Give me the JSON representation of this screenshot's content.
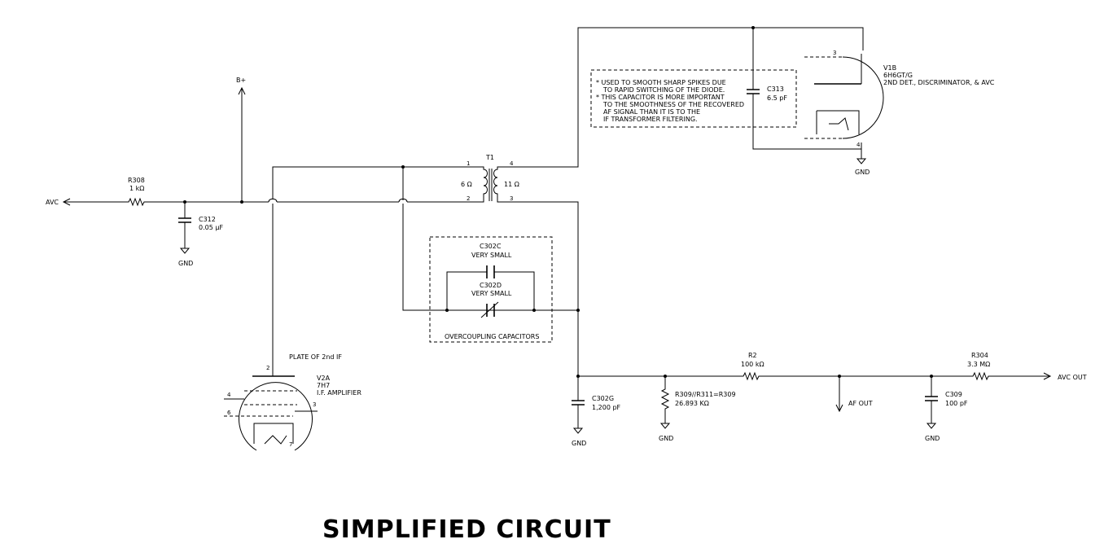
{
  "title": "SIMPLIFIED CIRCUIT",
  "labels": {
    "avc": "AVC",
    "bplus": "B+",
    "avc_out": "AVC OUT",
    "af_out": "AF OUT",
    "plate_2nd_if": "PLATE OF 2nd IF",
    "overcoupling": "OVERCOUPLING CAPACITORS",
    "gnd": "GND"
  },
  "components": {
    "r308": {
      "ref": "R308",
      "value": "1 kΩ"
    },
    "c312": {
      "ref": "C312",
      "value": "0.05 µF"
    },
    "t1": {
      "ref": "T1",
      "primary": "6 Ω",
      "secondary": "11 Ω",
      "pins": [
        "1",
        "2",
        "3",
        "4"
      ]
    },
    "c302c": {
      "ref": "C302C",
      "value": "VERY SMALL"
    },
    "c302d": {
      "ref": "C302D",
      "value": "VERY SMALL"
    },
    "c302g": {
      "ref": "C302G",
      "value": "1,200 pF"
    },
    "r309": {
      "ref": "R309//R311=R309",
      "value": "26.893 KΩ"
    },
    "r2": {
      "ref": "R2",
      "value": "100 kΩ"
    },
    "r304": {
      "ref": "R304",
      "value": "3.3 MΩ"
    },
    "c309": {
      "ref": "C309",
      "value": "100 pF"
    },
    "c313": {
      "ref": "C313",
      "value": "6.5 pF"
    },
    "v1b": {
      "ref": "V1B",
      "type": "6H6GT/G",
      "function": "2ND DET., DISCRIMINATOR, & AVC",
      "pins": [
        "3",
        "4"
      ]
    },
    "v2a": {
      "ref": "V2A",
      "type": "7H7",
      "function": "I.F. AMPLIFIER",
      "pins": [
        "2",
        "4",
        "6",
        "3",
        "7"
      ]
    }
  },
  "note_lines": [
    "* USED TO SMOOTH SHARP SPIKES DUE",
    "TO RAPID SWITCHING OF THE DIODE.",
    "* THIS CAPACITOR IS MORE IMPORTANT",
    "TO THE SMOOTHNESS OF THE RECOVERED",
    "AF SIGNAL THAN IT IS TO THE",
    "IF TRANSFORMER FILTERING."
  ]
}
